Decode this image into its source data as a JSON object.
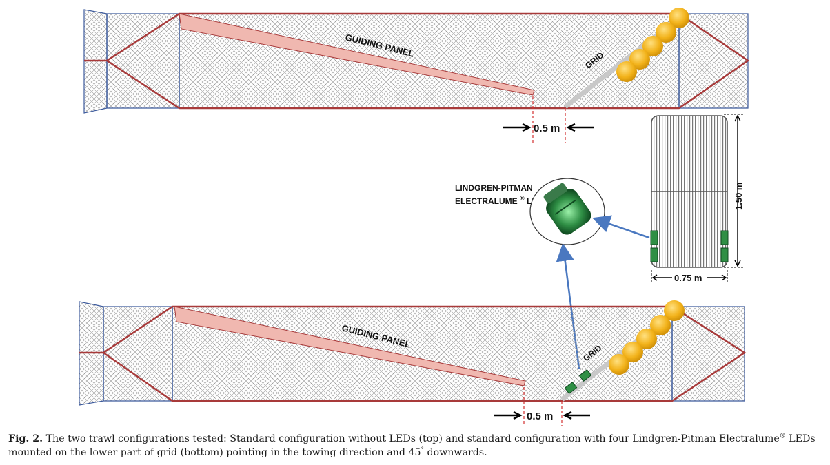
{
  "labels": {
    "guiding_panel": "GUIDING PANEL",
    "grid": "GRID",
    "distance": "0.5 m",
    "led_name_line1": "LINDGREN-PITMAN",
    "led_name_line2": "ELECTRALUME",
    "led_name_reg": "®",
    "led_name_tail": "LED",
    "height": "1.50 m",
    "width": "0.75 m"
  },
  "caption": {
    "fig_label": "Fig. 2.",
    "text_a": "The two trawl configurations tested: Standard configuration without LEDs (top) and standard configuration with four Lindgren-Pitman Electralume",
    "sup": "®",
    "text_b": "LEDs mounted on the lower part of grid (bottom) pointing in the towing direction and 45",
    "degree": "°",
    "text_c": "downwards."
  },
  "colors": {
    "net_frame": "#a83a3a",
    "net_mesh": "#9a9a9a",
    "blue_ring": "#3c5a9c",
    "panel_fill": "#f0b8b0",
    "grid_bar": "#c8c8c8",
    "float": "#f2b21a",
    "led_green": "#2f8f45",
    "arrow_blue": "#4a78c0",
    "dashed_red": "#d23030"
  },
  "icons": [
    "float-icon",
    "led-icon",
    "arrow-icon"
  ]
}
